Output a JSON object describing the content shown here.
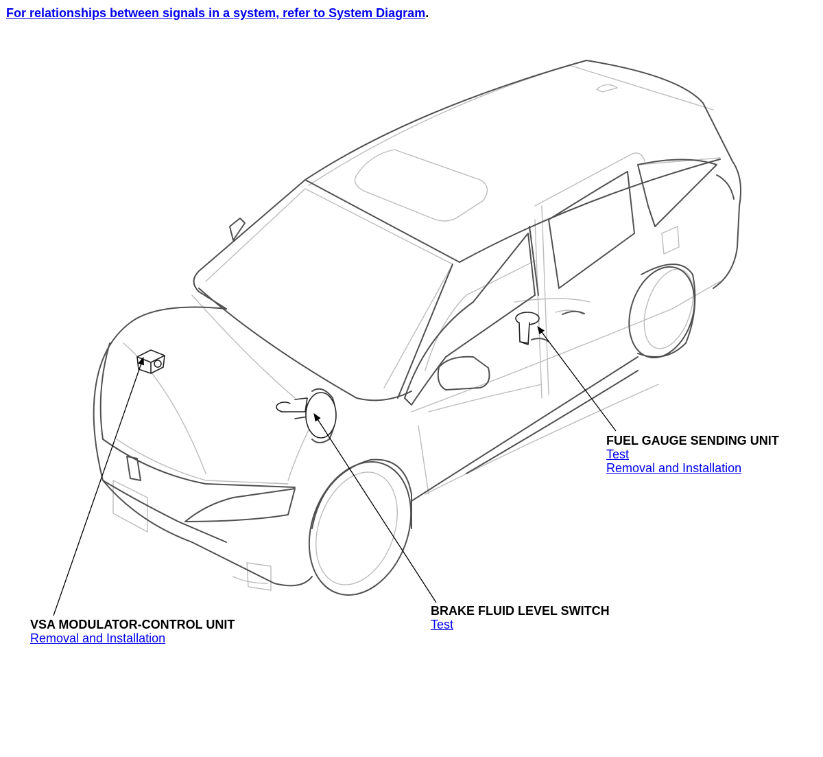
{
  "header": {
    "intro_link_text": "For relationships between signals in a system, refer to System Diagram",
    "intro_period": "."
  },
  "components": {
    "fuel_gauge": {
      "title": "FUEL GAUGE SENDING UNIT",
      "link_test": "Test",
      "link_removal": "Removal and Installation"
    },
    "brake_fluid": {
      "title": "BRAKE FLUID LEVEL SWITCH",
      "link_test": "Test"
    },
    "vsa": {
      "title": "VSA MODULATOR-CONTROL UNIT",
      "link_removal": "Removal and Installation"
    }
  },
  "colors": {
    "link": "#0000ee",
    "car_outline": "#555555",
    "car_inner": "#bbbbbb",
    "leader": "#000000"
  }
}
